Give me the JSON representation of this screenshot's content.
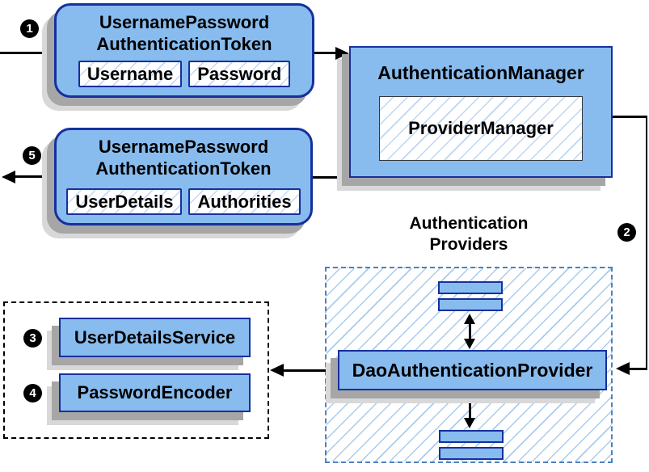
{
  "badges": {
    "step1": "1",
    "step2": "2",
    "step3": "3",
    "step4": "4",
    "step5": "5"
  },
  "request_token": {
    "title_line1": "UsernamePassword",
    "title_line2": "AuthenticationToken",
    "fields": [
      "Username",
      "Password"
    ]
  },
  "authentication_manager": {
    "title": "AuthenticationManager",
    "implementation": "ProviderManager"
  },
  "result_token": {
    "title_line1": "UsernamePassword",
    "title_line2": "AuthenticationToken",
    "fields": [
      "UserDetails",
      "Authorities"
    ]
  },
  "authentication_providers": {
    "label_line1": "Authentication",
    "label_line2": "Providers",
    "provider": "DaoAuthenticationProvider"
  },
  "collaborators": {
    "items": [
      "UserDetailsService",
      "PasswordEncoder"
    ]
  },
  "colors": {
    "box_fill": "#88bcef",
    "box_border": "#16309e",
    "hatch_line": "#a9cbee",
    "dashed_border_blue": "#4d80c0",
    "dashed_border_black": "#000000",
    "shadow_dark": "#a6a6a6",
    "shadow_light": "#d8d8d8",
    "connector": "#000000",
    "badge_background": "#000000",
    "badge_text": "#ffffff"
  }
}
